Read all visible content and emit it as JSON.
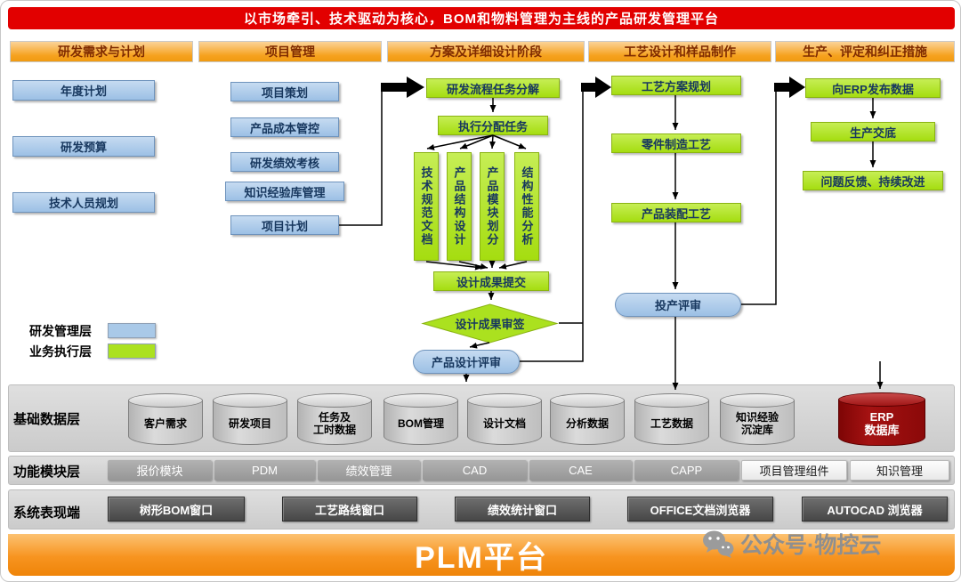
{
  "banner": {
    "title": "以市场牵引、技术驱动为核心，BOM和物料管理为主线的产品研发管理平台"
  },
  "columns": [
    {
      "header": "研发需求与计划",
      "items": [
        "年度计划",
        "研发预算",
        "技术人员规划"
      ]
    },
    {
      "header": "项目管理",
      "items": [
        "项目策划",
        "产品成本管控",
        "研发绩效考核",
        "知识经验库管理",
        "项目计划"
      ]
    },
    {
      "header": "方案及详细设计阶段",
      "items": []
    },
    {
      "header": "工艺设计和样品制作",
      "items": [
        "工艺方案规划",
        "零件制造工艺",
        "产品装配工艺"
      ],
      "review": "投产评审"
    },
    {
      "header": "生产、评定和纠正措施",
      "items": [
        "向ERP发布数据",
        "生产交底",
        "问题反馈、持续改进"
      ]
    }
  ],
  "flow": {
    "decompose": "研发流程任务分解",
    "assign": "执行分配任务",
    "parallel": [
      "技术规范文档",
      "产品结构设计",
      "产品模块划分",
      "结构性能分析"
    ],
    "submit": "设计成果提交",
    "sign": "设计成果审签",
    "review": "产品设计评审"
  },
  "legend": [
    {
      "label": "研发管理层",
      "color": "#A9C9E8"
    },
    {
      "label": "业务执行层",
      "color": "#ABE11F"
    }
  ],
  "data_layer": {
    "label": "基础数据层",
    "databases": [
      "客户需求",
      "研发项目",
      "任务及\n工时数据",
      "BOM管理",
      "设计文档",
      "分析数据",
      "工艺数据",
      "知识经验\n沉淀库"
    ],
    "erp_db": "ERP\n数据库"
  },
  "module_layer": {
    "label": "功能模块层",
    "modules": [
      "报价模块",
      "PDM",
      "绩效管理",
      "CAD",
      "CAE",
      "CAPP",
      "项目管理组件",
      "知识管理"
    ]
  },
  "ui_layer": {
    "label": "系统表现端",
    "windows": [
      "树形BOM窗口",
      "工艺路线窗口",
      "绩效统计窗口",
      "OFFICE文档浏览器",
      "AUTOCAD 浏览器"
    ]
  },
  "footer": {
    "title": "PLM平台"
  },
  "watermark": {
    "text": "公众号·物控云"
  },
  "colors": {
    "banner_red": "#E20000",
    "header_orange": "#F6A21F",
    "box_blue": "#A9C9E8",
    "box_green": "#ABE11F",
    "erp_red": "#8B0909",
    "plm_orange": "#F79420"
  }
}
